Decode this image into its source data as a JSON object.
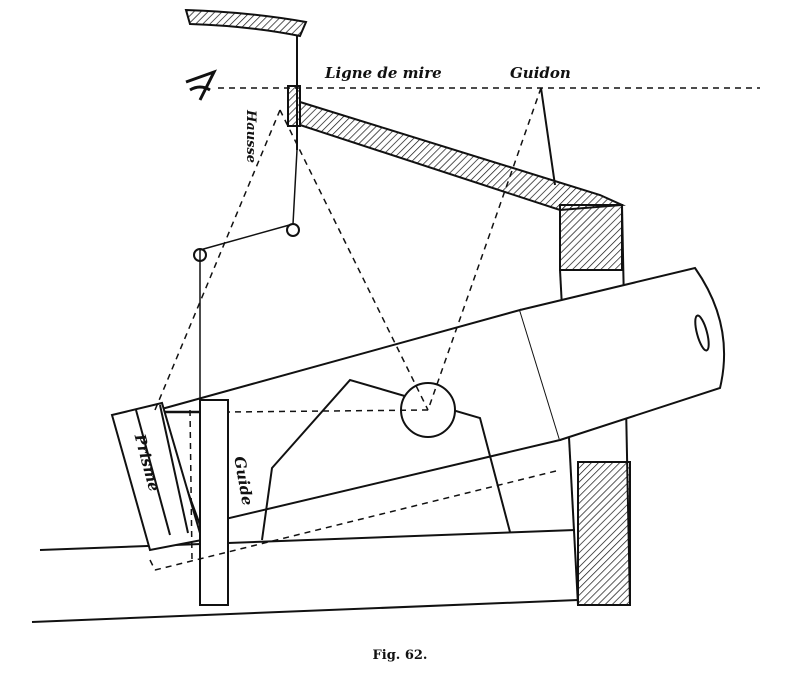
{
  "labels": {
    "line_of_sight": "Ligne de mire",
    "front_sight": "Guidon",
    "rear_sight": "Hausse",
    "prism": "Prisme",
    "guide": "Guide"
  },
  "caption": "Fig. 62.",
  "colors": {
    "ink": "#111111",
    "paper": "#ffffff"
  }
}
